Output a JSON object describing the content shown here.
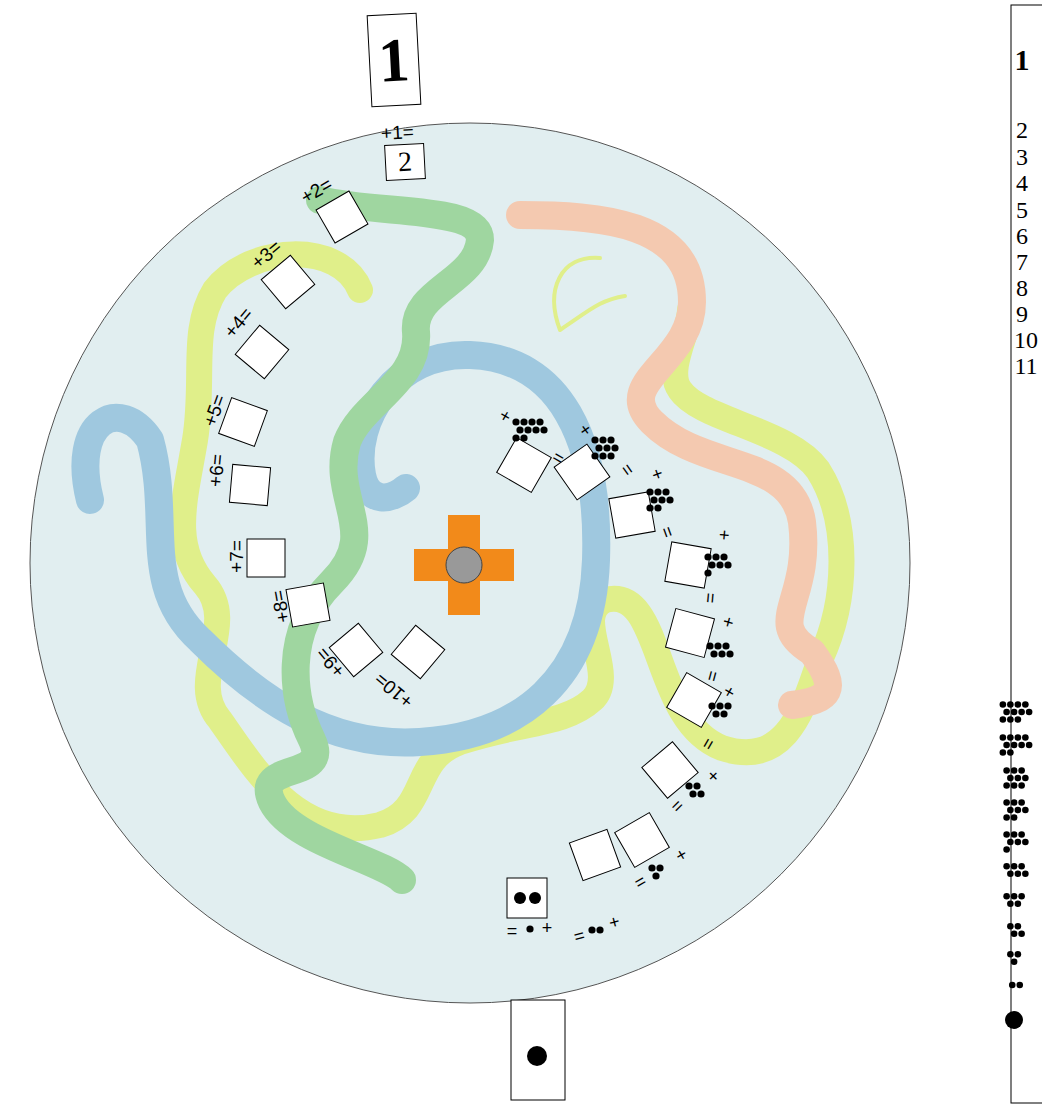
{
  "diagram": {
    "nodes": [
      {
        "text": [
          "1"
        ]
      },
      {
        "text": [
          "2"
        ]
      }
    ],
    "labels": [
      "+1=",
      "+2=",
      "+3=",
      "+4=",
      "+5=",
      "+6=",
      "+7=",
      "+8=",
      "+9=",
      "+10=",
      "+",
      "=",
      "+",
      "=",
      "+",
      "=",
      "+",
      "=",
      "+",
      "=",
      "+",
      "=",
      "+",
      "=",
      "+",
      "=",
      "+",
      "=",
      "+",
      "=",
      "1",
      "2",
      "3",
      "4",
      "5",
      "6",
      "7",
      "8",
      "9",
      "10",
      "11"
    ]
  }
}
